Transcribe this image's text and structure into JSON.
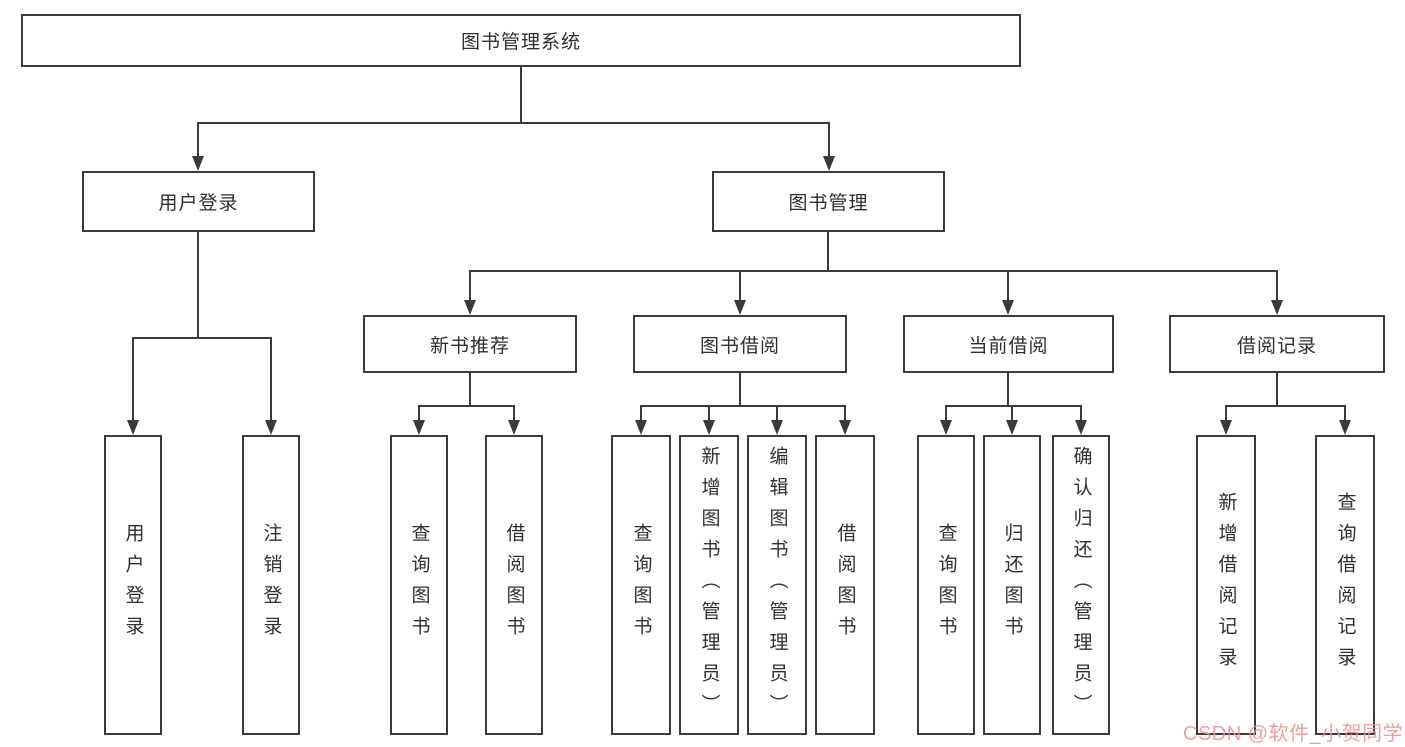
{
  "colors": {
    "line": "#3a3a3a",
    "box_background": "#ffffff",
    "text": "#2f2f2f",
    "watermark": "#e99491"
  },
  "root": {
    "label": "图书管理系统"
  },
  "branches": [
    {
      "label": "用户登录",
      "children": [
        {
          "label": "用户登录"
        },
        {
          "label": "注销登录"
        }
      ]
    },
    {
      "label": "图书管理",
      "children": [
        {
          "label": "新书推荐",
          "children": [
            {
              "label": "查询图书"
            },
            {
              "label": "借阅图书"
            }
          ]
        },
        {
          "label": "图书借阅",
          "children": [
            {
              "label": "查询图书"
            },
            {
              "label": "新增图书（管理员）"
            },
            {
              "label": "编辑图书（管理员）"
            },
            {
              "label": "借阅图书"
            }
          ]
        },
        {
          "label": "当前借阅",
          "children": [
            {
              "label": "查询图书"
            },
            {
              "label": "归还图书"
            },
            {
              "label": "确认归还（管理员）"
            }
          ]
        },
        {
          "label": "借阅记录",
          "children": [
            {
              "label": "新增借阅记录"
            },
            {
              "label": "查询借阅记录"
            }
          ]
        }
      ]
    }
  ],
  "watermark": {
    "text": "CSDN @软件_小贺同学"
  }
}
